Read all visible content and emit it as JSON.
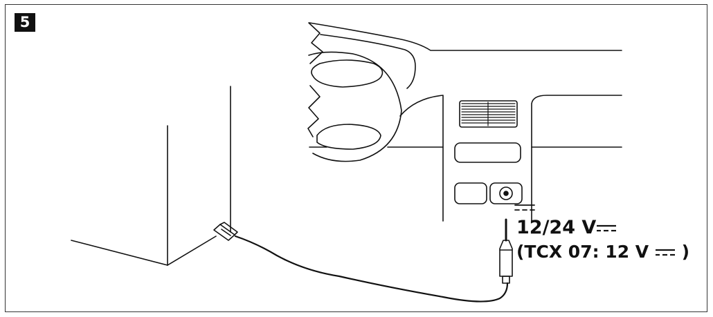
{
  "figure": {
    "step_number": "5",
    "voltage_label": "12/24 V",
    "variant_open": "(TCX 07: 12 V",
    "variant_close": " )"
  },
  "icons": [
    "dc-current-symbol",
    "cigarette-lighter-plug-icon",
    "rj-connector-icon",
    "power-socket-icon"
  ],
  "colors": {
    "line": "#111111",
    "background": "#ffffff",
    "badge": "#111111"
  }
}
